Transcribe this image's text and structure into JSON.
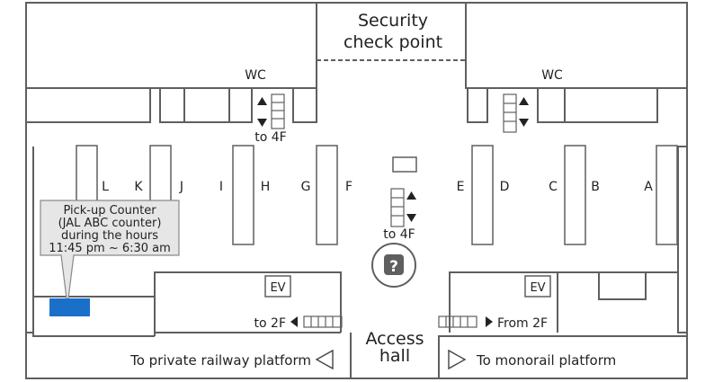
{
  "header": {
    "security_line1": "Security",
    "security_line2": "check point"
  },
  "restrooms": {
    "left": "WC",
    "right": "WC"
  },
  "escalators": {
    "left_label": "to 4F",
    "center_label": "to 4F",
    "to_2f_label": "to 2F",
    "from_2f_label": "From 2F"
  },
  "elevators": {
    "left": "EV",
    "right": "EV"
  },
  "counters": [
    "L",
    "K",
    "J",
    "I",
    "H",
    "G",
    "F",
    "E",
    "D",
    "C",
    "B",
    "A"
  ],
  "info_icon": "?",
  "pickup_callout": {
    "line1": "Pick-up Counter",
    "line2": "(JAL ABC counter)",
    "line3": "during the hours",
    "line4": "11:45 pm ~ 6:30 am",
    "marker_color": "#1a6fc9"
  },
  "access_hall": {
    "line1": "Access",
    "line2": "hall"
  },
  "exits": {
    "left": "To private railway platform",
    "right": "To monorail platform"
  },
  "colors": {
    "wall": "#5f5f5f",
    "callout_bg": "#e6e6e6",
    "marker": "#1a6fc9"
  }
}
